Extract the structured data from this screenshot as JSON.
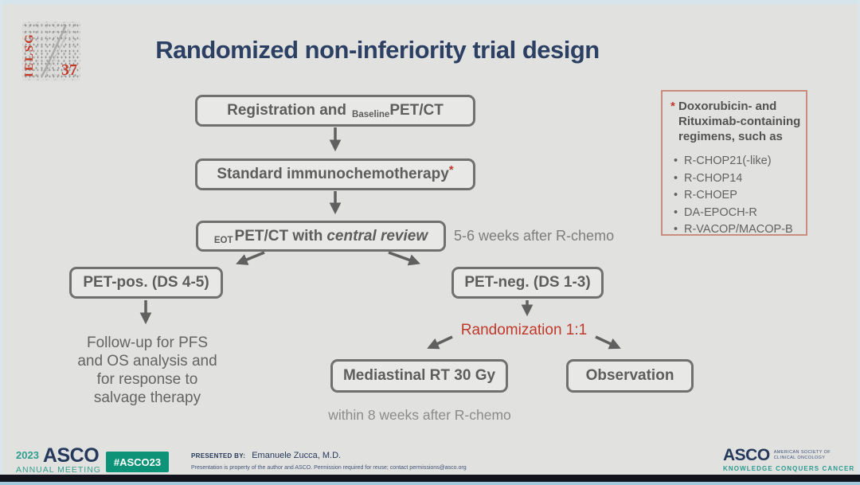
{
  "logo": {
    "name": "IELSG",
    "number": "37"
  },
  "title": "Randomized non-inferiority trial design",
  "flow": {
    "registration": {
      "text": "Registration and",
      "subscript": "Baseline",
      "suffix": "PET/CT"
    },
    "chemo": {
      "text": "Standard immunochemotherapy",
      "footnote_marker": "*"
    },
    "eot": {
      "subscript": "EOT",
      "text": "PET/CT with",
      "emphasis": "central review"
    },
    "eot_note": "5-6 weeks after R-chemo",
    "pet_pos": "PET-pos. (DS 4-5)",
    "pet_neg": "PET-neg. (DS 1-3)",
    "followup": [
      "Follow-up for PFS",
      "and OS analysis and",
      "for response to",
      "salvage therapy"
    ],
    "randomization": "Randomization 1:1",
    "rt": "Mediastinal RT 30 Gy",
    "observation": "Observation",
    "rt_note": "within 8 weeks after R-chemo"
  },
  "footnote_box": {
    "marker": "*",
    "heading": "Doxorubicin- and Rituximab-containing regimens, such as",
    "items": [
      "R-CHOP21(-like)",
      "R-CHOP14",
      "R-CHOEP",
      "DA-EPOCH-R",
      "R-VACOP/MACOP-B"
    ]
  },
  "footer": {
    "year": "2023",
    "asco": "ASCO",
    "annual_meeting": "ANNUAL MEETING",
    "hashtag": "#ASCO23",
    "presented_by_label": "PRESENTED BY:",
    "presenter": "Emanuele Zucca, M.D.",
    "disclaimer": "Presentation is property of the author and ASCO. Permission required for reuse; contact permissions@asco.org",
    "asco_right": "ASCO",
    "society_line1": "AMERICAN SOCIETY OF",
    "society_line2": "CLINICAL ONCOLOGY",
    "tagline": "KNOWLEDGE CONQUERS CANCER"
  },
  "colors": {
    "accent_red": "#c0392b",
    "navy": "#2c4064",
    "teal": "#0d9478",
    "box_border": "#70706e",
    "arrow_gray": "#606060",
    "sidebox_border": "#c88d7d",
    "background": "#e1e1df"
  }
}
